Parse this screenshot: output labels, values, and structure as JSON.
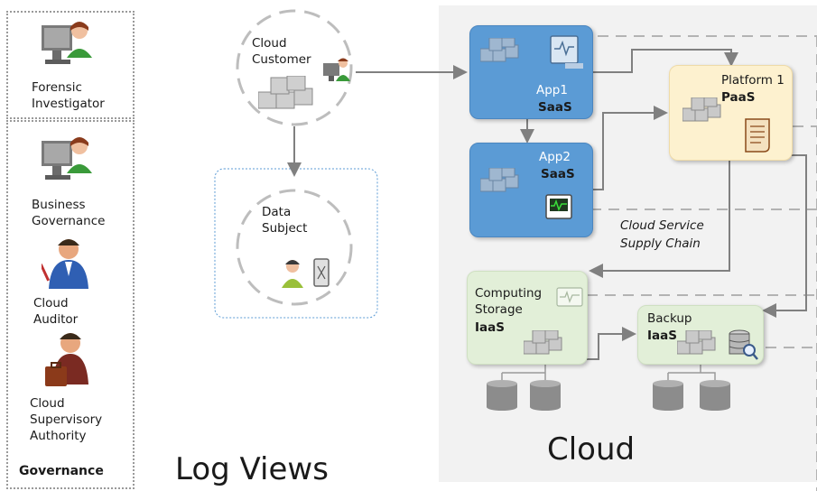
{
  "governance": {
    "roles": [
      {
        "label_l1": "Forensic",
        "label_l2": "Investigator",
        "label_l3": ""
      },
      {
        "label_l1": "Business",
        "label_l2": "Governance",
        "label_l3": ""
      },
      {
        "label_l1": "Cloud",
        "label_l2": "Auditor",
        "label_l3": ""
      },
      {
        "label_l1": "Cloud",
        "label_l2": "Supervisory",
        "label_l3": "Authority"
      }
    ],
    "title": "Governance"
  },
  "log_views": {
    "title": "Log Views",
    "cloud_customer": {
      "l1": "Cloud",
      "l2": "Customer"
    },
    "data_subject": {
      "l1": "Data",
      "l2": "Subject"
    }
  },
  "cloud": {
    "title": "Cloud",
    "app1": {
      "name": "App1",
      "type": "SaaS"
    },
    "app2": {
      "name": "App2",
      "type": "SaaS"
    },
    "platform": {
      "name": "Platform 1",
      "type": "PaaS"
    },
    "computing": {
      "l1": "Computing",
      "l2": "Storage",
      "type": "IaaS"
    },
    "backup": {
      "name": "Backup",
      "type": "IaaS"
    },
    "supply_chain": {
      "l1": "Cloud Service",
      "l2": "Supply Chain"
    }
  },
  "colors": {
    "saas": "#5b9bd5",
    "paas": "#fdf1cf",
    "iaas": "#e2efd8",
    "cloud_region": "#f2f2f2",
    "arrow": "#808080"
  }
}
